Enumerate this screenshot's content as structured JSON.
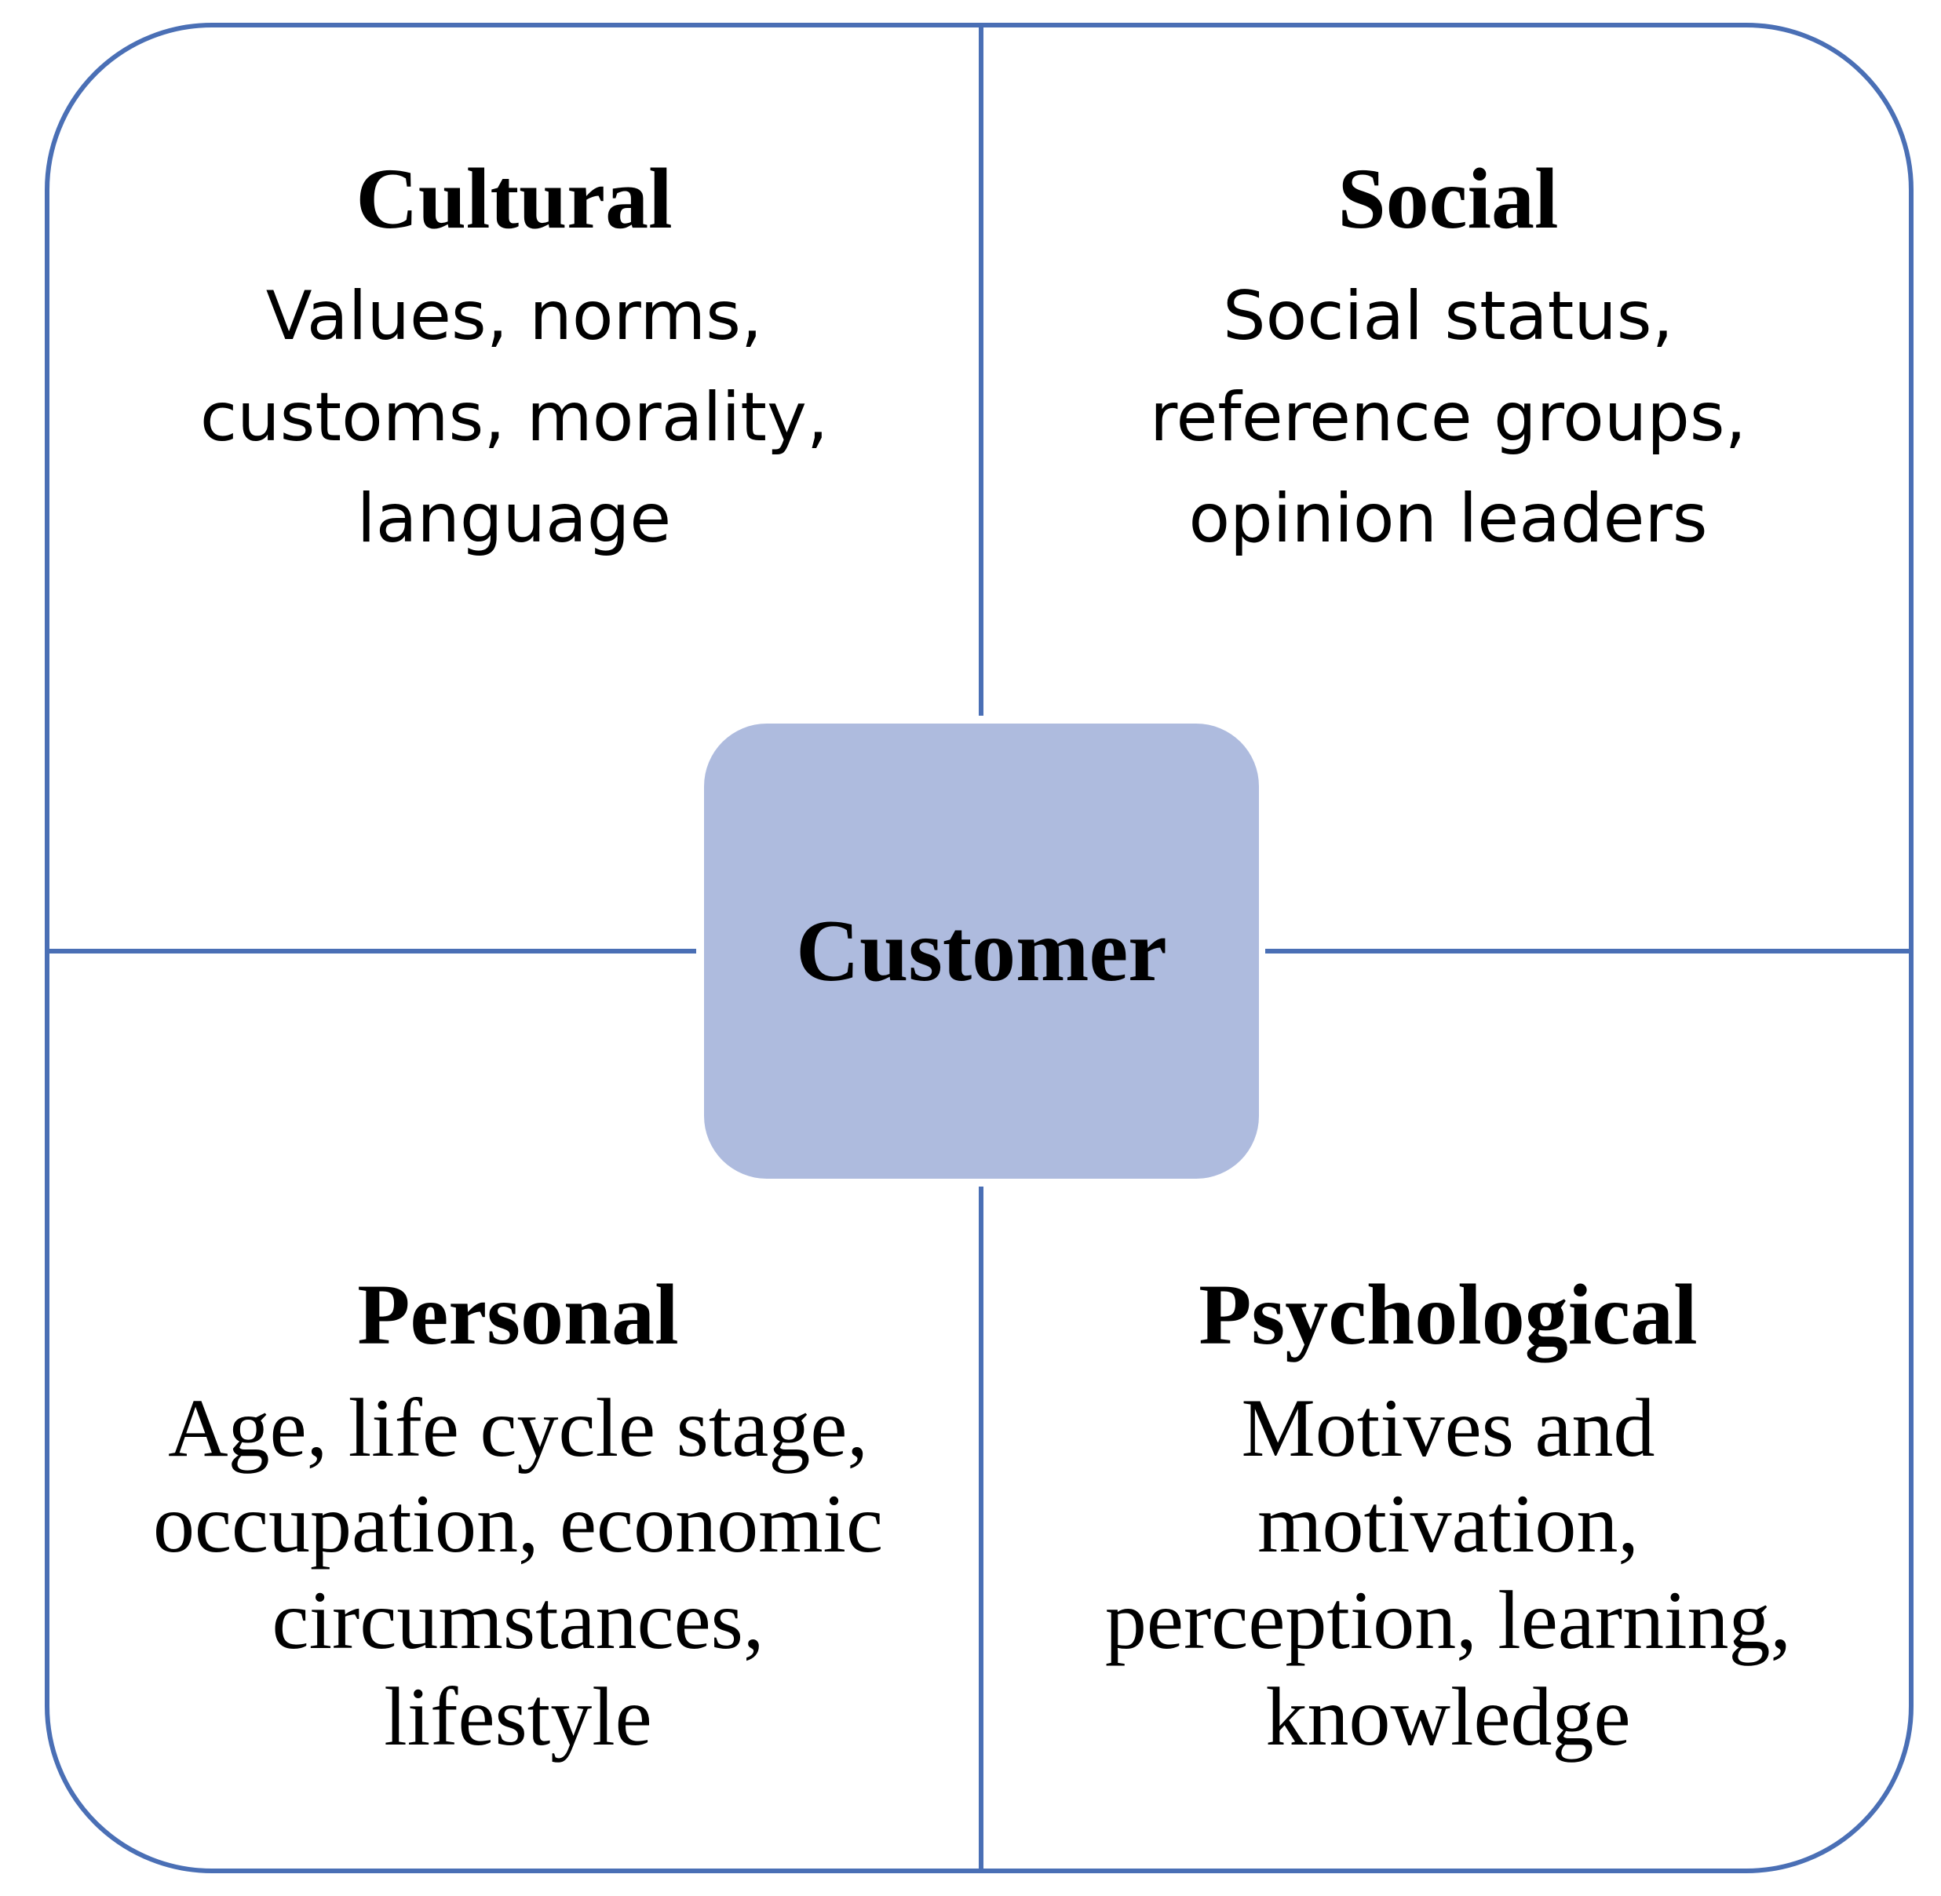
{
  "colors": {
    "outline": "#4a6fb5",
    "center_fill": "#aebbde",
    "text": "#000000",
    "background": "#ffffff"
  },
  "center": {
    "label": "Customer"
  },
  "quadrants": {
    "cultural": {
      "title": "Cultural",
      "lines": [
        "Values, norms,",
        "customs, morality,",
        "language"
      ]
    },
    "social": {
      "title": "Social",
      "lines": [
        "Social status,",
        "reference groups,",
        "opinion leaders"
      ]
    },
    "personal": {
      "title": "Personal",
      "lines": [
        "Age, life cycle stage,",
        "occupation, economic",
        "circumstances,",
        "lifestyle"
      ]
    },
    "psychological": {
      "title": "Psychological",
      "lines": [
        "Motives and",
        "motivation,",
        "perception, learning,",
        "knowledge"
      ]
    }
  }
}
